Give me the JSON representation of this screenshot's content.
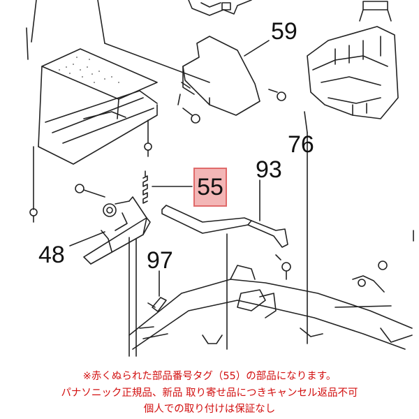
{
  "labels": {
    "part_59": "59",
    "part_76": "76",
    "part_93": "93",
    "part_55": "55",
    "part_48": "48",
    "part_97": "97"
  },
  "highlight_color": "#f3b6b6",
  "caption": {
    "line1": "※赤くぬられた部品番号タグ（55）の部品になります。",
    "line2": "パナソニック正規品、新品 取り寄せ品につきキャンセル返品不可",
    "line3": "個人での取り付けは保証なし",
    "color": "#d20f0f"
  }
}
